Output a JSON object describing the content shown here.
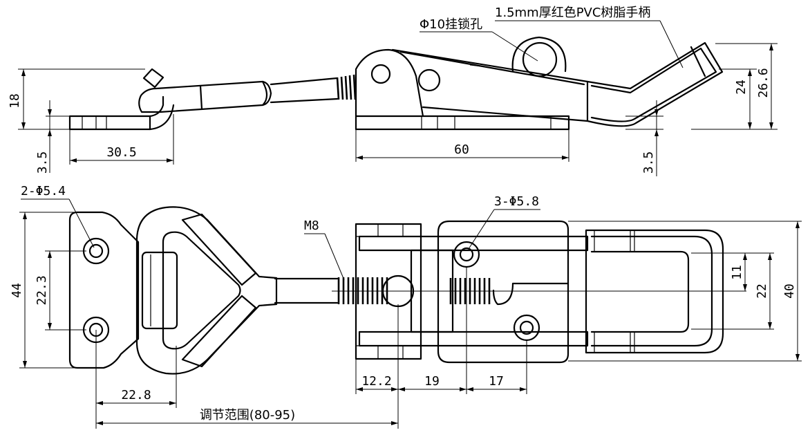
{
  "labels": {
    "lock_hole": "Φ10挂锁孔",
    "handle": "1.5mm厚红色PVC树脂手柄",
    "mount_holes_hook": "2-Φ5.4",
    "thread": "M8",
    "mount_holes_base": "3-Φ5.8",
    "adjust_range": "调节范围(80-95)"
  },
  "dimensions": {
    "side_height_hook": "18",
    "side_thickness_hook": "3.5",
    "side_hook_length": "30.5",
    "side_base_length": "60",
    "side_thickness_base": "3.5",
    "side_handle_height": "24",
    "side_total_height": "26.6",
    "top_hook_width": "44",
    "top_hook_hole_pitch": "22.3",
    "top_hook_hole_offset": "22.8",
    "top_base_seg1": "12.2",
    "top_base_seg2": "19",
    "top_base_seg3": "17",
    "top_base_small": "11",
    "top_base_mid": "22",
    "top_base_width": "40"
  }
}
